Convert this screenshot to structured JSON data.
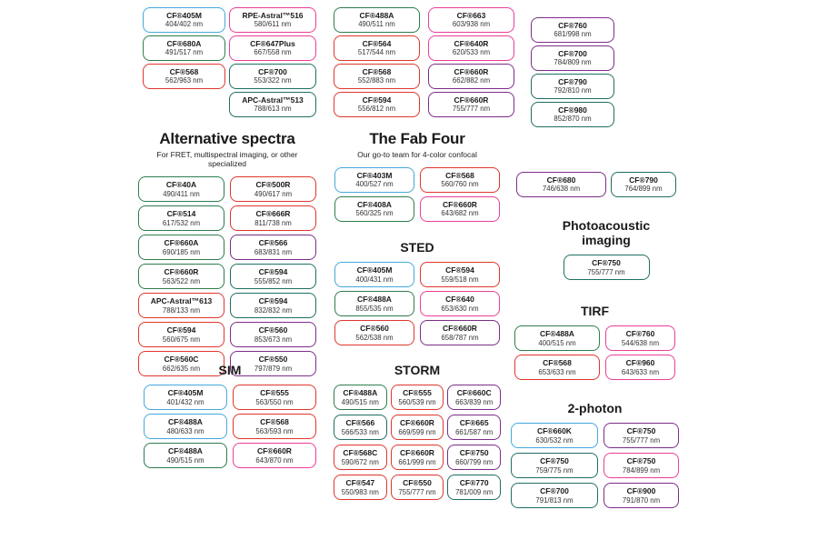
{
  "palette": {
    "blue": "#44A8DC",
    "green": "#2E7D4C",
    "teal": "#1E6F62",
    "red": "#DF362C",
    "pink": "#EB3E98",
    "purple": "#7B2D88"
  },
  "sections": {
    "top1": {
      "items": [
        {
          "name": "CF®405M",
          "value": "404/402 nm",
          "color": "blue"
        },
        {
          "name": "CF®680A",
          "value": "491/517 nm",
          "color": "green"
        },
        {
          "name": "CF®568",
          "value": "562/963 nm",
          "color": "red"
        }
      ]
    },
    "top2": {
      "items": [
        {
          "name": "RPE-Astral™516",
          "value": "580/611 nm",
          "color": "pink"
        },
        {
          "name": "CF®647Plus",
          "value": "667/558 nm",
          "color": "pink"
        },
        {
          "name": "CF®700",
          "value": "553/322 nm",
          "color": "teal"
        },
        {
          "name": "APC-Astral™513",
          "value": "788/613 nm",
          "color": "teal"
        }
      ]
    },
    "top3": {
      "items": [
        {
          "name": "CF®488A",
          "value": "490/511 nm",
          "color": "green"
        },
        {
          "name": "CF®564",
          "value": "517/544 nm",
          "color": "red"
        },
        {
          "name": "CF®568",
          "value": "552/883 nm",
          "color": "red"
        },
        {
          "name": "CF®594",
          "value": "556/812 nm",
          "color": "red"
        }
      ]
    },
    "top4": {
      "items": [
        {
          "name": "CF®663",
          "value": "603/938 nm",
          "color": "pink"
        },
        {
          "name": "CF®640R",
          "value": "620/533 nm",
          "color": "pink"
        },
        {
          "name": "CF®660R",
          "value": "662/882 nm",
          "color": "purple"
        },
        {
          "name": "CF®660R",
          "value": "755/777 nm",
          "color": "purple"
        }
      ]
    },
    "top5": {
      "items": [
        {
          "name": "CF®760",
          "value": "681/998 nm",
          "color": "purple"
        },
        {
          "name": "CF®700",
          "value": "784/809 nm",
          "color": "purple"
        },
        {
          "name": "CF®790",
          "value": "792/810 nm",
          "color": "teal"
        },
        {
          "name": "CF®980",
          "value": "852/870 nm",
          "color": "teal"
        }
      ]
    },
    "alt": {
      "title": "Alternative spectra",
      "subtitle": "For FRET, multispectral imaging, or other specialized",
      "items": [
        {
          "name": "CF®40A",
          "value": "490/411 nm",
          "color": "green"
        },
        {
          "name": "CF®500R",
          "value": "490/617 nm",
          "color": "red"
        },
        {
          "name": "CF®514",
          "value": "617/532 nm",
          "color": "green"
        },
        {
          "name": "CF®666R",
          "value": "811/738 nm",
          "color": "red"
        },
        {
          "name": "CF®660A",
          "value": "690/185 nm",
          "color": "green"
        },
        {
          "name": "CF®566",
          "value": "683/831 nm",
          "color": "purple"
        },
        {
          "name": "CF®660R",
          "value": "563/522 nm",
          "color": "green"
        },
        {
          "name": "CF®594",
          "value": "555/852 nm",
          "color": "teal"
        },
        {
          "name": "APC-Astral™613",
          "value": "788/133 nm",
          "color": "red"
        },
        {
          "name": "CF®594",
          "value": "832/832 nm",
          "color": "teal"
        },
        {
          "name": "CF®594",
          "value": "560/675 nm",
          "color": "red"
        },
        {
          "name": "CF®560",
          "value": "853/673 nm",
          "color": "purple"
        },
        {
          "name": "CF®560C",
          "value": "662/635 nm",
          "color": "red"
        },
        {
          "name": "CF®550",
          "value": "797/879 nm",
          "color": "purple"
        }
      ]
    },
    "fab": {
      "title": "The Fab Four",
      "subtitle": "Our go-to team for 4-color confocal",
      "items": [
        {
          "name": "CF®403M",
          "value": "400/527 nm",
          "color": "blue"
        },
        {
          "name": "CF®568",
          "value": "560/760 nm",
          "color": "red"
        },
        {
          "name": "CF®408A",
          "value": "560/325 nm",
          "color": "green"
        },
        {
          "name": "CF®660R",
          "value": "643/682 nm",
          "color": "pink"
        }
      ]
    },
    "sted": {
      "title": "STED",
      "items": [
        {
          "name": "CF®405M",
          "value": "400/431 nm",
          "color": "blue"
        },
        {
          "name": "CF®594",
          "value": "559/518 nm",
          "color": "red"
        },
        {
          "name": "CF®488A",
          "value": "855/535 nm",
          "color": "green"
        },
        {
          "name": "CF®640",
          "value": "653/630 nm",
          "color": "pink"
        },
        {
          "name": "CF®560",
          "value": "562/538 nm",
          "color": "red"
        },
        {
          "name": "CF®660R",
          "value": "658/787 nm",
          "color": "purple"
        }
      ]
    },
    "sim": {
      "title": "SIM",
      "items": [
        {
          "name": "CF®405M",
          "value": "401/432 nm",
          "color": "blue"
        },
        {
          "name": "CF®555",
          "value": "563/550 nm",
          "color": "red"
        },
        {
          "name": "CF®488A",
          "value": "480/633 nm",
          "color": "blue"
        },
        {
          "name": "CF®568",
          "value": "563/593 nm",
          "color": "red"
        },
        {
          "name": "CF®488A",
          "value": "490/515 nm",
          "color": "green"
        },
        {
          "name": "CF®660R",
          "value": "643/870 nm",
          "color": "pink"
        }
      ]
    },
    "storm": {
      "title": "STORM",
      "items": [
        {
          "name": "CF®488A",
          "value": "490/515 nm",
          "color": "green"
        },
        {
          "name": "CF®555",
          "value": "560/539 nm",
          "color": "red"
        },
        {
          "name": "CF®660C",
          "value": "663/839 nm",
          "color": "purple"
        },
        {
          "name": "CF®566",
          "value": "566/533 nm",
          "color": "teal"
        },
        {
          "name": "CF®660R",
          "value": "669/599 nm",
          "color": "red"
        },
        {
          "name": "CF®665",
          "value": "661/587 nm",
          "color": "purple"
        },
        {
          "name": "CF®568C",
          "value": "590/672 nm",
          "color": "red"
        },
        {
          "name": "CF®660R",
          "value": "661/999 nm",
          "color": "red"
        },
        {
          "name": "CF®750",
          "value": "660/799 nm",
          "color": "purple"
        },
        {
          "name": "CF®547",
          "value": "550/983 nm",
          "color": "red"
        },
        {
          "name": "CF®550",
          "value": "755/777 nm",
          "color": "red"
        },
        {
          "name": "CF®770",
          "value": "781/009 nm",
          "color": "teal"
        }
      ]
    },
    "nir": {
      "items": [
        {
          "name": "CF®680",
          "value": "746/638 nm",
          "color": "purple"
        },
        {
          "name": "CF®790",
          "value": "764/899 nm",
          "color": "teal"
        }
      ]
    },
    "photoacoustic": {
      "title": "Photoacoustic imaging",
      "items": [
        {
          "name": "CF®750",
          "value": "755/777 nm",
          "color": "teal"
        }
      ]
    },
    "tirf": {
      "title": "TIRF",
      "items": [
        {
          "name": "CF®488A",
          "value": "400/515 nm",
          "color": "green"
        },
        {
          "name": "CF®760",
          "value": "544/638 nm",
          "color": "pink"
        },
        {
          "name": "CF®568",
          "value": "653/633 nm",
          "color": "red"
        },
        {
          "name": "CF®960",
          "value": "643/633 nm",
          "color": "pink"
        }
      ]
    },
    "twophoton": {
      "title": "2-photon",
      "items": [
        {
          "name": "CF®660K",
          "value": "630/532 nm",
          "color": "blue"
        },
        {
          "name": "CF®750",
          "value": "755/777 nm",
          "color": "purple"
        },
        {
          "name": "CF®750",
          "value": "759/775 nm",
          "color": "teal"
        },
        {
          "name": "CF®750",
          "value": "784/899 nm",
          "color": "pink"
        },
        {
          "name": "CF®700",
          "value": "791/813 nm",
          "color": "teal"
        },
        {
          "name": "CF®900",
          "value": "791/870 nm",
          "color": "purple"
        }
      ]
    }
  }
}
